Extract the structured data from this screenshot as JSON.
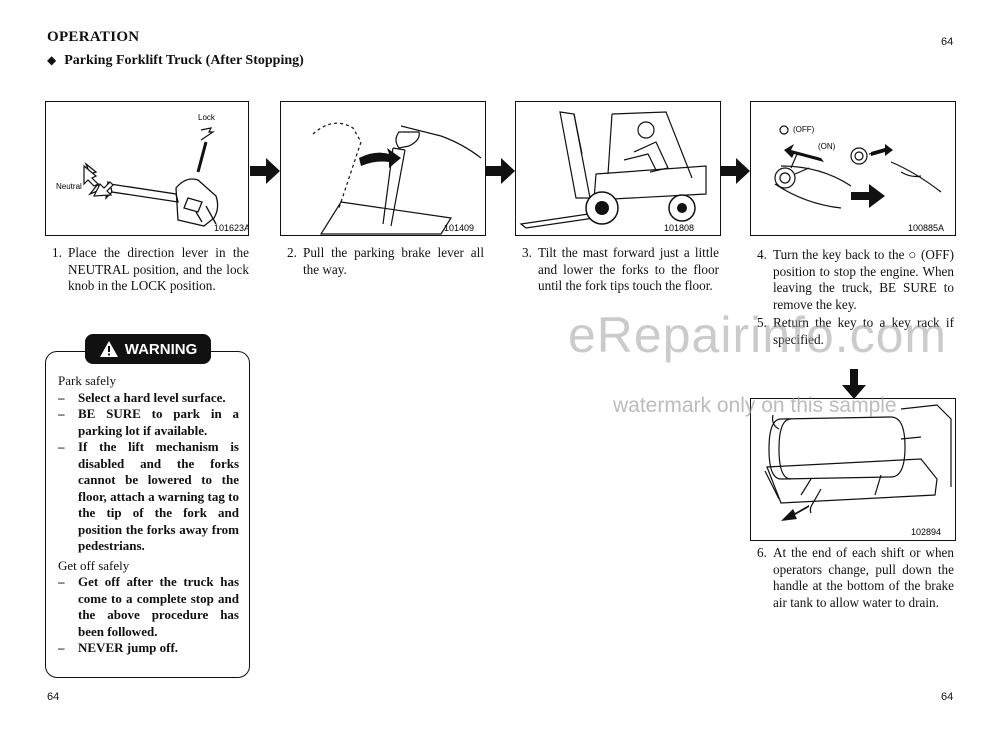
{
  "header": {
    "section": "OPERATION",
    "page_top": "64",
    "subtitle": "Parking Forklift Truck (After Stopping)"
  },
  "figures": [
    {
      "code": "101623A",
      "labels": {
        "lock": "Lock",
        "neutral": "Neutral"
      }
    },
    {
      "code": "101409"
    },
    {
      "code": "101808"
    },
    {
      "code": "100885A",
      "labels": {
        "off": "(OFF)",
        "on": "(ON)"
      }
    },
    {
      "code": "102894"
    }
  ],
  "steps": [
    {
      "num": "1.",
      "text": "Place the direction lever in the NEUTRAL position, and the lock knob in the LOCK position."
    },
    {
      "num": "2.",
      "text": "Pull the parking brake lever all the way."
    },
    {
      "num": "3.",
      "text": "Tilt the mast forward just a little and lower the forks to the floor until the fork tips touch the floor."
    },
    {
      "num": "4.",
      "text_a": "Turn the key back to the",
      "symbol": "○",
      "text_b": "(OFF) position to stop the engine. When leaving the truck, BE SURE to remove the key."
    },
    {
      "num": "5.",
      "text": "Return the key to a key rack if specified."
    },
    {
      "num": "6.",
      "text": "At the end of each shift or when operators change, pull down the handle at the bottom of the brake air tank to allow water to drain."
    }
  ],
  "warning": {
    "title": "WARNING",
    "groups": [
      {
        "heading": "Park safely",
        "items": [
          "Select a hard level surface.",
          "BE SURE to park in a parking lot if available.",
          "If the lift mechanism is disabled and the forks cannot be lowered to the floor, attach a warning tag to the tip of the fork and position the forks away from pedestrians."
        ]
      },
      {
        "heading": "Get off safely",
        "items": [
          "Get off after the truck has come to a complete stop and the above procedure has been followed.",
          "NEVER jump off."
        ]
      }
    ]
  },
  "footer": {
    "left": "64",
    "right": "64"
  },
  "watermark": {
    "main": "eRepairinfo.com",
    "sub": "watermark only on this sample"
  }
}
